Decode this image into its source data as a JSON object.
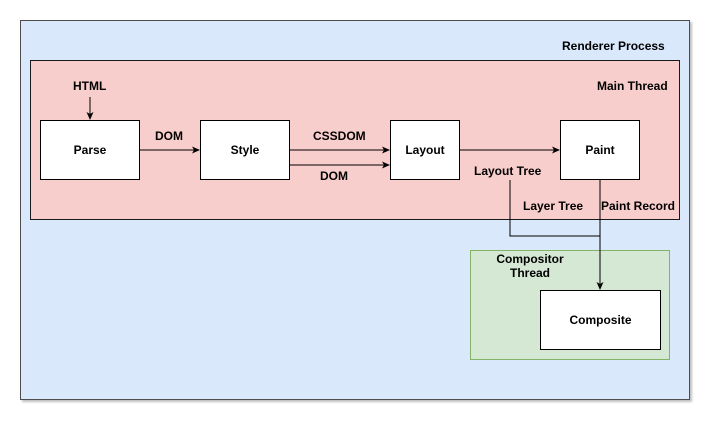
{
  "containers": {
    "renderer_process": "Renderer Process",
    "main_thread": "Main Thread",
    "compositor_thread": "Compositor\nThread"
  },
  "nodes": {
    "parse": "Parse",
    "style": "Style",
    "layout": "Layout",
    "paint": "Paint",
    "composite": "Composite"
  },
  "edge_labels": {
    "html": "HTML",
    "dom_parse_style": "DOM",
    "cssdom": "CSSDOM",
    "dom_style_layout": "DOM",
    "layout_tree": "Layout Tree",
    "layer_tree": "Layer Tree",
    "paint_record": "Paint Record"
  },
  "colors": {
    "renderer_fill": "#dae8fc",
    "main_thread_fill": "#f8cecc",
    "compositor_fill": "#d5e8d4",
    "compositor_border": "#82b366"
  }
}
